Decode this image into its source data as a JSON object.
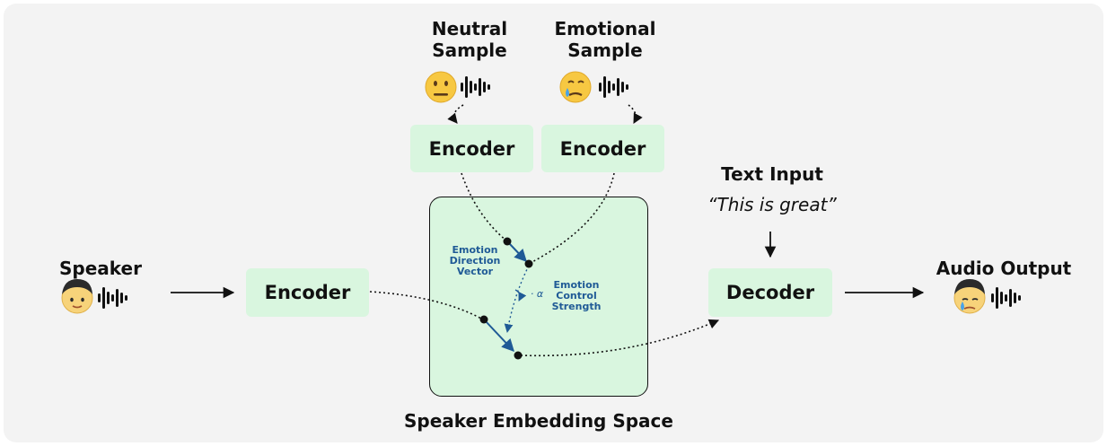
{
  "labels": {
    "neutral_sample": [
      "Neutral",
      "Sample"
    ],
    "emotional_sample": [
      "Emotional",
      "Sample"
    ],
    "speaker": "Speaker",
    "text_input": "Text Input",
    "text_quote": "“This is great”",
    "audio_output": "Audio Output",
    "embedding_space": "Speaker Embedding Space"
  },
  "boxes": {
    "encoder_neutral": "Encoder",
    "encoder_emotional": "Encoder",
    "encoder_speaker": "Encoder",
    "decoder": "Decoder"
  },
  "annotations": {
    "direction_vector": [
      "Emotion",
      "Direction",
      "Vector"
    ],
    "control_strength": [
      "Emotion",
      "Control",
      "Strength"
    ],
    "alpha": "· α"
  },
  "colors": {
    "panel": "#f3f3f3",
    "box_fill": "#d9f6df",
    "vector_blue": "#1f5a96",
    "face_yellow": "#f7c842"
  },
  "icons": {
    "neutral_face": "neutral-face-emoji",
    "sad_face": "crying-face-emoji",
    "speaker_face": "boy-face-emoji",
    "output_face": "crying-boy-face-emoji",
    "waveform": "waveform-icon"
  }
}
